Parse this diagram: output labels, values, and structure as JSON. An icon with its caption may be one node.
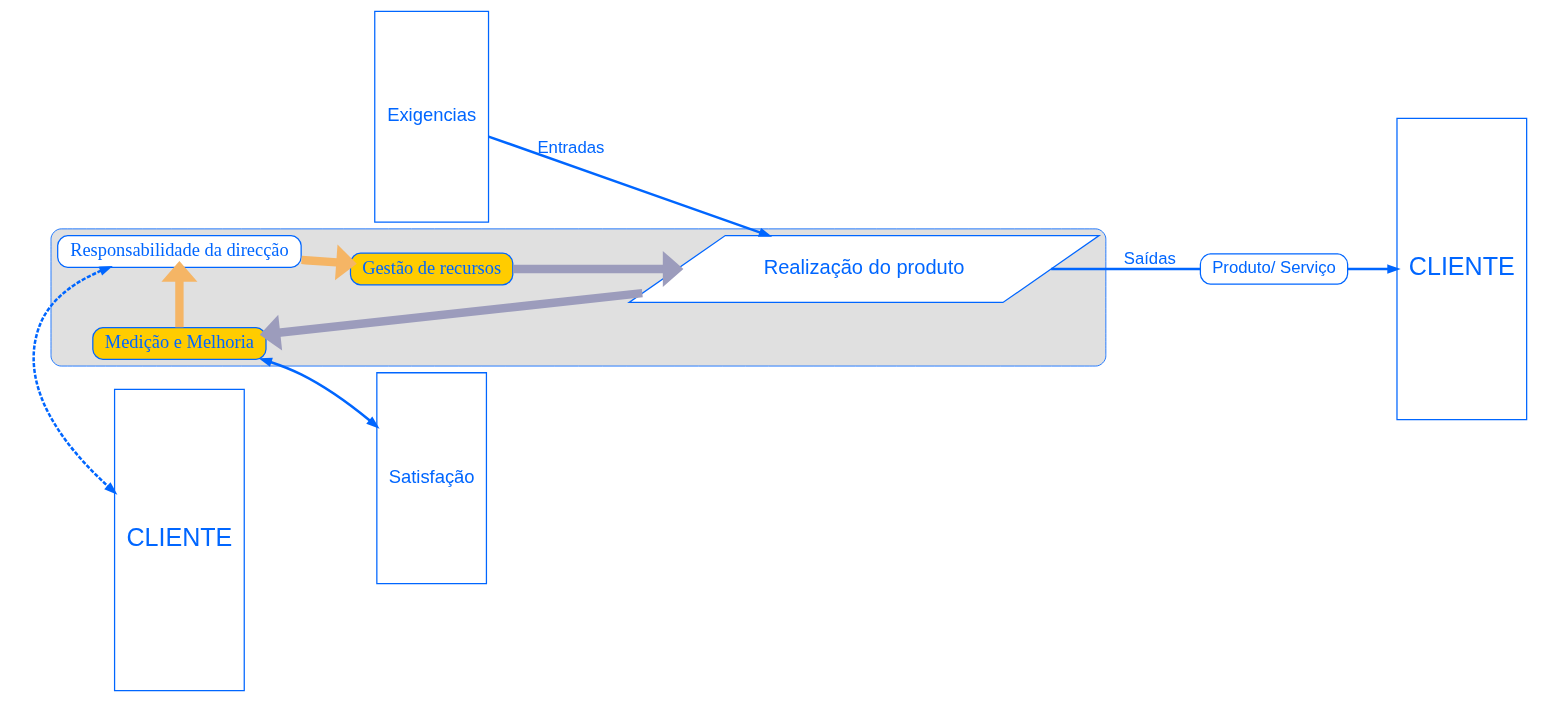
{
  "diagram": {
    "nodes": [
      {
        "text": [
          "CLIENTE"
        ]
      },
      {
        "text": [
          "Exigencias"
        ]
      },
      {
        "text": [],
        "shape": "ellipse"
      },
      {
        "text": [
          "Responsabilidade da direcção"
        ],
        "in": 2
      },
      {
        "text": [
          "Gestão de recursos"
        ],
        "in": 2
      },
      {
        "text": [
          "Medição e Melhoria"
        ],
        "in": 2
      },
      {
        "text": [
          "Realização do produto"
        ],
        "in": 2
      },
      {
        "text": [
          "Produto/ Serviço"
        ]
      },
      {
        "text": [
          "Satisfação"
        ]
      },
      {
        "text": [
          "CLIENTE"
        ]
      }
    ],
    "edges": [
      {
        "from": 3,
        "to": 0,
        "arrow": "both",
        "style": "dashed"
      },
      {
        "from": 3,
        "to": 4,
        "arrow": "to",
        "style": "thick",
        "color": "#f5b565"
      },
      {
        "from": 4,
        "to": 6,
        "arrow": "to",
        "style": "thick",
        "color": "#9c9cbc"
      },
      {
        "from": 6,
        "to": 5,
        "arrow": "to",
        "style": "thick",
        "color": "#9c9cbc"
      },
      {
        "from": 5,
        "to": 3,
        "arrow": "to",
        "style": "thick",
        "color": "#f5b565"
      },
      {
        "from": 5,
        "to": 8,
        "arrow": "both"
      },
      {
        "from": 1,
        "to": 6,
        "arrow": "to",
        "label": "Entradas"
      },
      {
        "from": 6,
        "to": 7,
        "arrow": "none",
        "label": "Saídas"
      },
      {
        "from": 7,
        "to": 9,
        "arrow": "to"
      }
    ]
  }
}
